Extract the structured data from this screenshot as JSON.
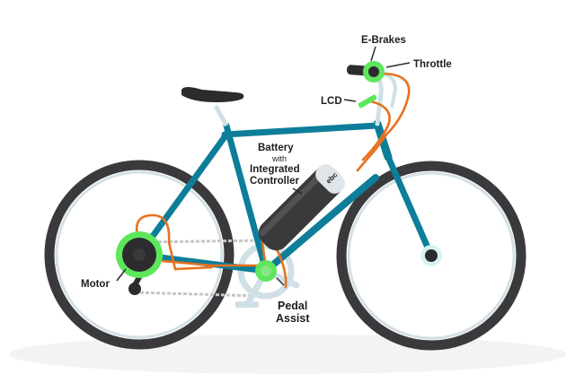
{
  "labels": {
    "ebrakes": "E-Brakes",
    "throttle": "Throttle",
    "lcd": "LCD",
    "battery_line1": "Battery",
    "battery_line2": "with",
    "battery_line3": "Integrated",
    "battery_line4": "Controller",
    "motor": "Motor",
    "pedal_line1": "Pedal",
    "pedal_line2": "Assist"
  },
  "battery_brand": "ebc",
  "colors": {
    "frame": "#0d7e99",
    "tire": "#38383a",
    "rim": "#cfdde3",
    "wiring": "#e8711d",
    "highlight": "#5ee65d",
    "chain": "#c9c9c9",
    "battery": "#3a3a3c",
    "ground_shadow": "#f1f1f1"
  }
}
